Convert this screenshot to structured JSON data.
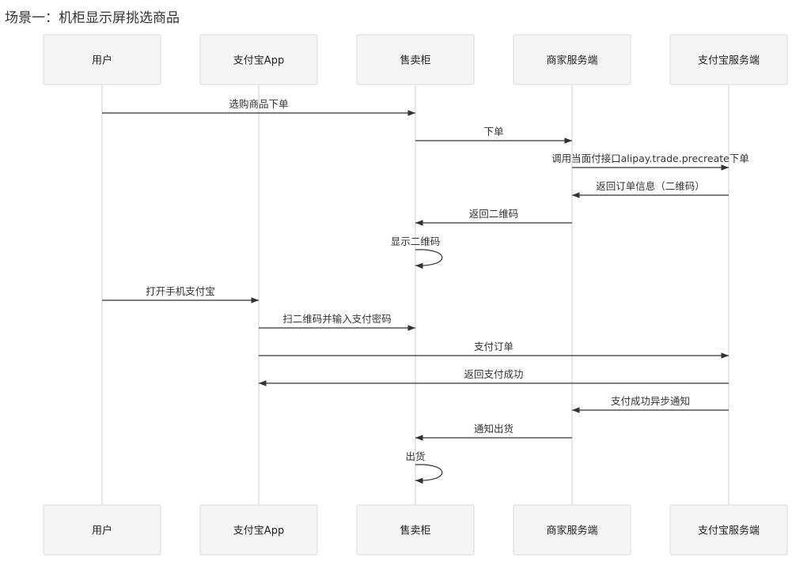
{
  "title": "场景一：机柜显示屏挑选商品",
  "actors": [
    {
      "id": "user",
      "label": "用户"
    },
    {
      "id": "alipay_app",
      "label": "支付宝App"
    },
    {
      "id": "vending",
      "label": "售卖柜"
    },
    {
      "id": "merchant",
      "label": "商家服务端"
    },
    {
      "id": "alipay_server",
      "label": "支付宝服务端"
    }
  ],
  "messages": [
    {
      "from": "user",
      "to": "vending",
      "label": "选购商品下单"
    },
    {
      "from": "vending",
      "to": "merchant",
      "label": "下单"
    },
    {
      "from": "merchant",
      "to": "alipay_server",
      "label": "调用当面付接口alipay.trade.precreate下单"
    },
    {
      "from": "alipay_server",
      "to": "merchant",
      "label": "返回订单信息（二维码）"
    },
    {
      "from": "merchant",
      "to": "vending",
      "label": "返回二维码"
    },
    {
      "from": "vending",
      "to": "vending",
      "label": "显示二维码"
    },
    {
      "from": "user",
      "to": "alipay_app",
      "label": "打开手机支付宝"
    },
    {
      "from": "alipay_app",
      "to": "vending",
      "label": "扫二维码并输入支付密码"
    },
    {
      "from": "alipay_app",
      "to": "alipay_server",
      "label": "支付订单"
    },
    {
      "from": "alipay_server",
      "to": "alipay_app",
      "label": "返回支付成功"
    },
    {
      "from": "alipay_server",
      "to": "merchant",
      "label": "支付成功异步通知"
    },
    {
      "from": "merchant",
      "to": "vending",
      "label": "通知出货"
    },
    {
      "from": "vending",
      "to": "vending",
      "label": "出货"
    }
  ]
}
